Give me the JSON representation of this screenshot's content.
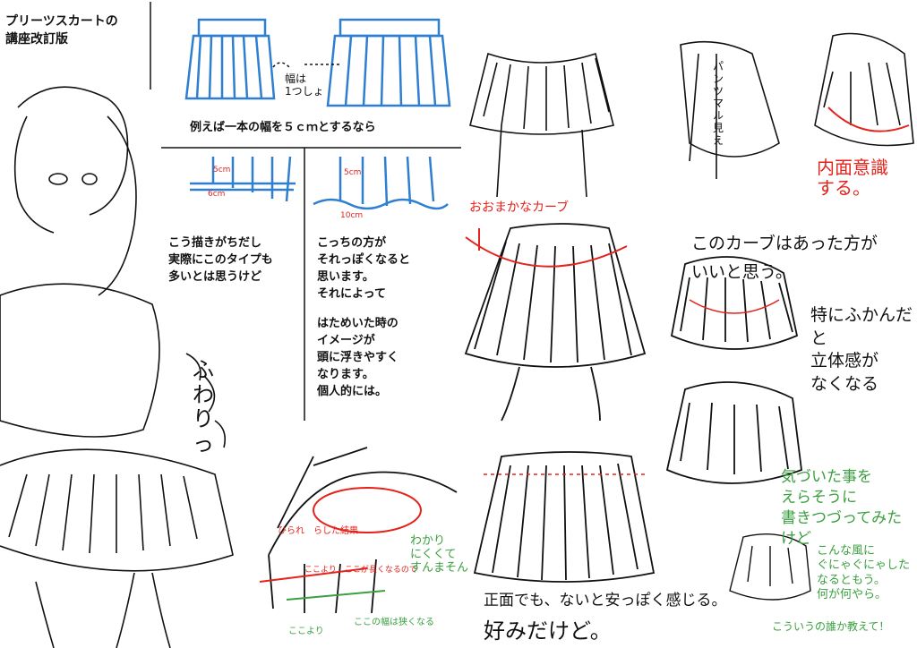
{
  "title": "プリーツスカートの\n講座改訂版",
  "panel_top": {
    "note": "幅は\n1つしょ",
    "caption": "例えば一本の幅を５ｃｍとするなら"
  },
  "panel_mid_left": {
    "label_top": "5cm",
    "label_bottom": "6cm",
    "caption": "こう描きがちだし\n実際にこのタイプも\n多いとは思うけど"
  },
  "panel_mid_right": {
    "label_top": "5cm",
    "label_bottom": "10cm",
    "caption_1": "こっちの方が\nそれっぽくなると\n思います。\nそれによって",
    "caption_2": "はためいた時の\nイメージが\n頭に浮きやすく\nなります。\n個人的には。"
  },
  "girl_sfx": "ふわりっ",
  "bottom_center": {
    "red_note": "ひられ　らした結果",
    "red_note_2": "ここより　ここが長くなるので",
    "green_note": "わかり\nにくくて\nすんまそん",
    "green_note_2": "ここの幅は狭くなる",
    "green_note_3": "ここより"
  },
  "right_top": {
    "vertical_text": "パンツ\nマル見え",
    "red_note": "内面意識\nする。"
  },
  "right_mid": {
    "red_note": "おおまかなカーブ",
    "note_1": "このカーブはあった方が\nいいと思う。",
    "note_2": "特にふかんだと\n立体感が\nなくなる"
  },
  "right_bottom": {
    "note": "正面でも、ないと安っぽく感じる。",
    "note_2": "好みだけど。",
    "green_1": "気づいた事を\nえらそうに\n書きつづってみたけど",
    "green_2": "こんな風に\nぐにゃぐにゃした\nなるともう。\n何が何やら。",
    "green_3": "こういうの誰か教えて！"
  },
  "colors": {
    "blue": "#2f7fd1",
    "red": "#e4231c",
    "green": "#3aa040",
    "ink": "#111111"
  }
}
